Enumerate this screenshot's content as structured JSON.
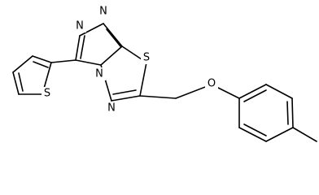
{
  "molecule": {
    "atoms": {
      "n1": "N",
      "n2": "N",
      "n4": "N",
      "n5": "N",
      "s_thiadiazole": "S",
      "s_thiophene": "S",
      "o_ether": "O"
    }
  },
  "colors": {
    "bond": "#000000",
    "label": "#000000",
    "background": "#ffffff"
  }
}
